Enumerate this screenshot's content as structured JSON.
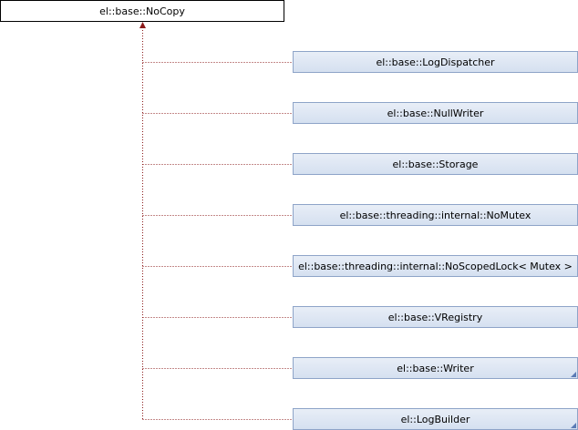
{
  "diagram": {
    "base_class": "el::base::NoCopy",
    "derived_classes": [
      {
        "label": "el::base::LogDispatcher",
        "has_subclasses": false
      },
      {
        "label": "el::base::NullWriter",
        "has_subclasses": false
      },
      {
        "label": "el::base::Storage",
        "has_subclasses": false
      },
      {
        "label": "el::base::threading::internal::NoMutex",
        "has_subclasses": false
      },
      {
        "label": "el::base::threading::internal::NoScopedLock< Mutex >",
        "has_subclasses": false
      },
      {
        "label": "el::base::VRegistry",
        "has_subclasses": false
      },
      {
        "label": "el::base::Writer",
        "has_subclasses": true
      },
      {
        "label": "el::LogBuilder",
        "has_subclasses": true
      }
    ],
    "colors": {
      "edge": "#8b1a1a",
      "derived_fill": "#e8eef7",
      "derived_border": "#8ea4c8",
      "base_border": "#000000"
    }
  }
}
